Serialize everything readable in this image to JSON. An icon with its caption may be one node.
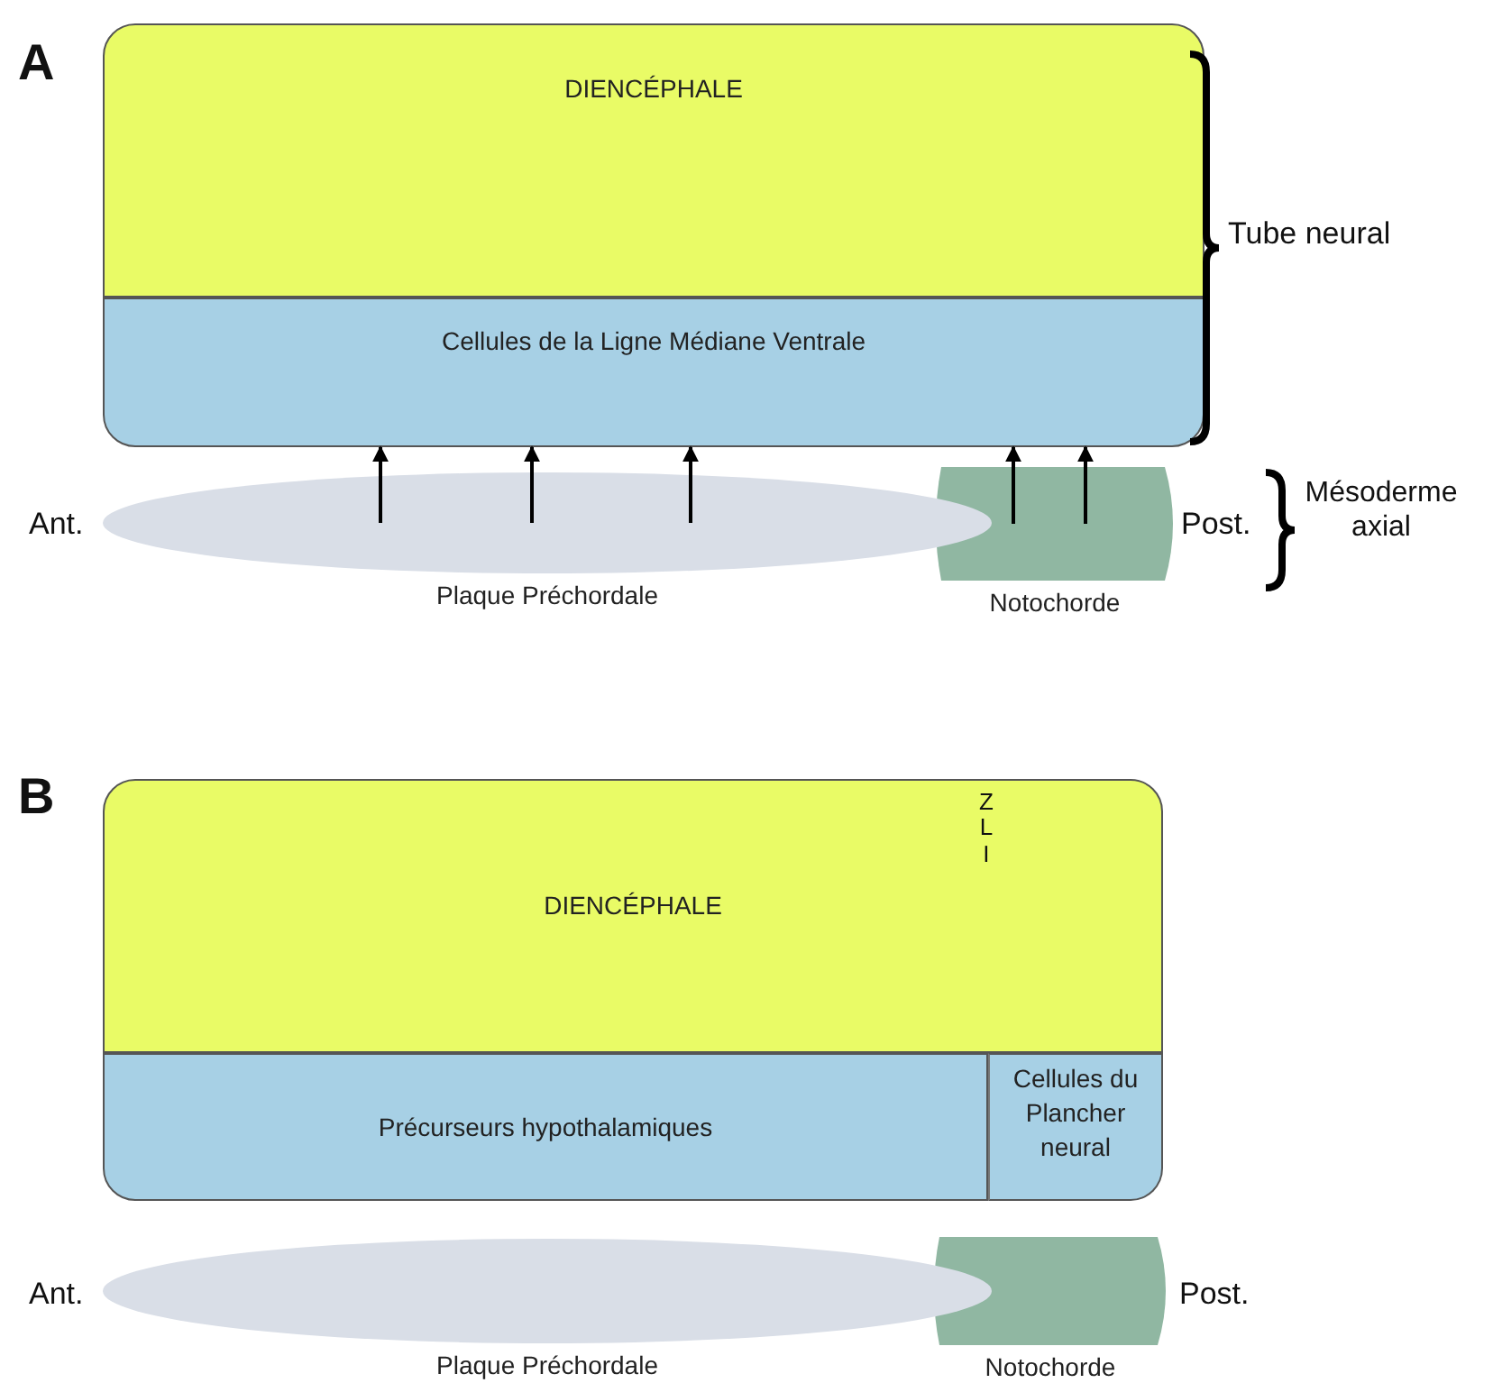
{
  "diagram": {
    "nodes": [
      {
        "text": [
          "DIENCÉPHALE"
        ]
      },
      {
        "text": [
          "Cellules de  la Ligne Médiane Ventrale"
        ]
      },
      {
        "text": [],
        "shape": "ellipse",
        "beside": [
          "Plaque Préchordale"
        ]
      },
      {
        "text": [],
        "shape": "cylinder",
        "beside": [
          "Notochorde"
        ]
      },
      {
        "text": [
          "DIENCÉPHALE"
        ]
      },
      {
        "text": [
          "Précurseurs hypothalamiques"
        ]
      },
      {
        "text": [
          "Cellules du Plancher neural"
        ]
      },
      {
        "text": [],
        "shape": "ellipse",
        "beside": [
          "Plaque Préchordale"
        ]
      },
      {
        "text": [],
        "shape": "cylinder",
        "beside": [
          "Notochorde"
        ]
      }
    ],
    "edges": [
      {
        "from": 2,
        "to": 1,
        "arrow": "to"
      },
      {
        "from": 2,
        "to": 1,
        "arrow": "to"
      },
      {
        "from": 2,
        "to": 1,
        "arrow": "to"
      },
      {
        "from": 3,
        "to": 1,
        "arrow": "to"
      },
      {
        "from": 3,
        "to": 1,
        "arrow": "to"
      }
    ],
    "labels": [
      "A",
      "Tube neural",
      "Ant.",
      "Post.",
      "Mésoderme axial",
      "B",
      "ZLI",
      "Ant.",
      "Post."
    ]
  }
}
